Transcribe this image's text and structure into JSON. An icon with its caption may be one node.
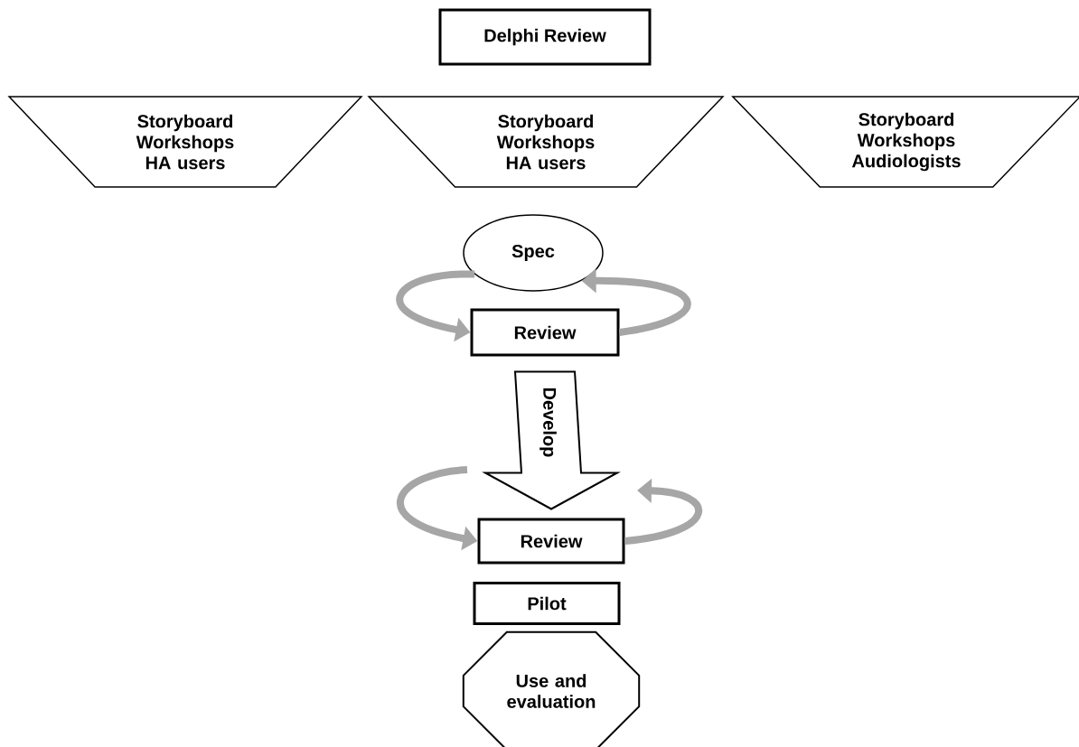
{
  "diagram": {
    "nodes": [
      {
        "text": [
          "Delphi Review"
        ]
      },
      {
        "text": [
          "Storyboard Workshops HA users"
        ]
      },
      {
        "text": [
          "Storyboard Workshops HA users"
        ]
      },
      {
        "text": [
          "Storyboard Workshops Audiologists"
        ]
      },
      {
        "text": [
          "Spec"
        ]
      },
      {
        "text": [
          "Review"
        ]
      },
      {
        "text": [
          "Review"
        ]
      },
      {
        "text": [
          "Pilot"
        ]
      },
      {
        "text": [
          "Use and evaluation"
        ]
      }
    ],
    "edges": [
      {
        "from": 5,
        "to": 6,
        "arrow": "to",
        "label": "Develop",
        "style": "thick"
      },
      {
        "from": 4,
        "to": 5,
        "arrow": "to",
        "color": "#a6a6a6"
      },
      {
        "from": 5,
        "to": 4,
        "arrow": "to",
        "color": "#a6a6a6"
      },
      {
        "from": null,
        "to": 6,
        "arrow": "to",
        "color": "#a6a6a6"
      },
      {
        "from": 6,
        "to": null,
        "arrow": "to",
        "color": "#a6a6a6"
      }
    ]
  }
}
